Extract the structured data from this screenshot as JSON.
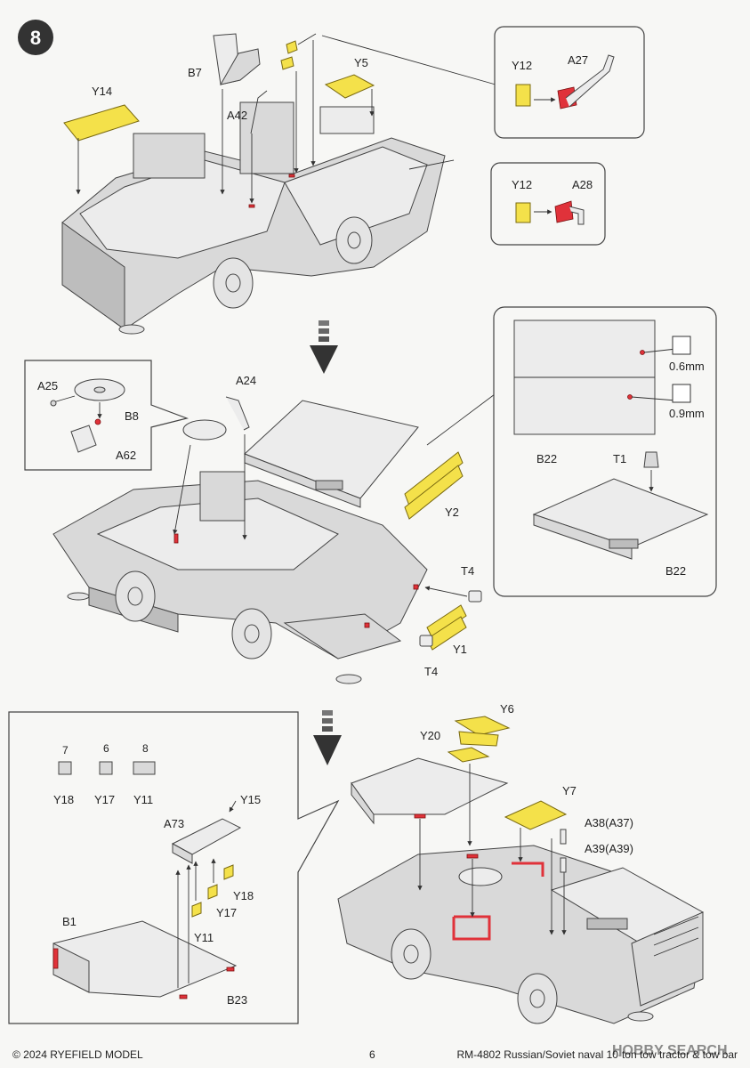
{
  "step_number": "8",
  "labels": {
    "B7": "B7",
    "Y14": "Y14",
    "A42": "A42",
    "Y5": "Y5",
    "Y12a": "Y12",
    "A27": "A27",
    "Y12b": "Y12",
    "A28": "A28",
    "A25": "A25",
    "B8": "B8",
    "A62": "A62",
    "A24": "A24",
    "Y2": "Y2",
    "T4a": "T4",
    "T4b": "T4",
    "Y1": "Y1",
    "B22a": "B22",
    "T1": "T1",
    "B22b": "B22",
    "drill1": "0.6mm",
    "drill2": "0.9mm",
    "Y18num": "7",
    "Y17num": "6",
    "Y11num": "8",
    "Y18": "Y18",
    "Y17": "Y17",
    "Y11": "Y11",
    "A73": "A73",
    "Y15": "Y15",
    "Y18b": "Y18",
    "Y17b": "Y17",
    "Y11b": "Y11",
    "B1": "B1",
    "B23": "B23",
    "Y6": "Y6",
    "Y20": "Y20",
    "Y7": "Y7",
    "A38": "A38(A37)",
    "A39": "A39(A39)"
  },
  "footer": {
    "copyright": "© 2024 RYEFIELD MODEL",
    "page": "6",
    "title": "RM-4802 Russian/Soviet naval 10-ton tow tractor & tow bar",
    "watermark": "HOBBY SEARCH"
  },
  "colors": {
    "photo_etch": "#f4e14a",
    "paint_red": "#e0323a",
    "plastic_grey": "#d9d9d9"
  }
}
